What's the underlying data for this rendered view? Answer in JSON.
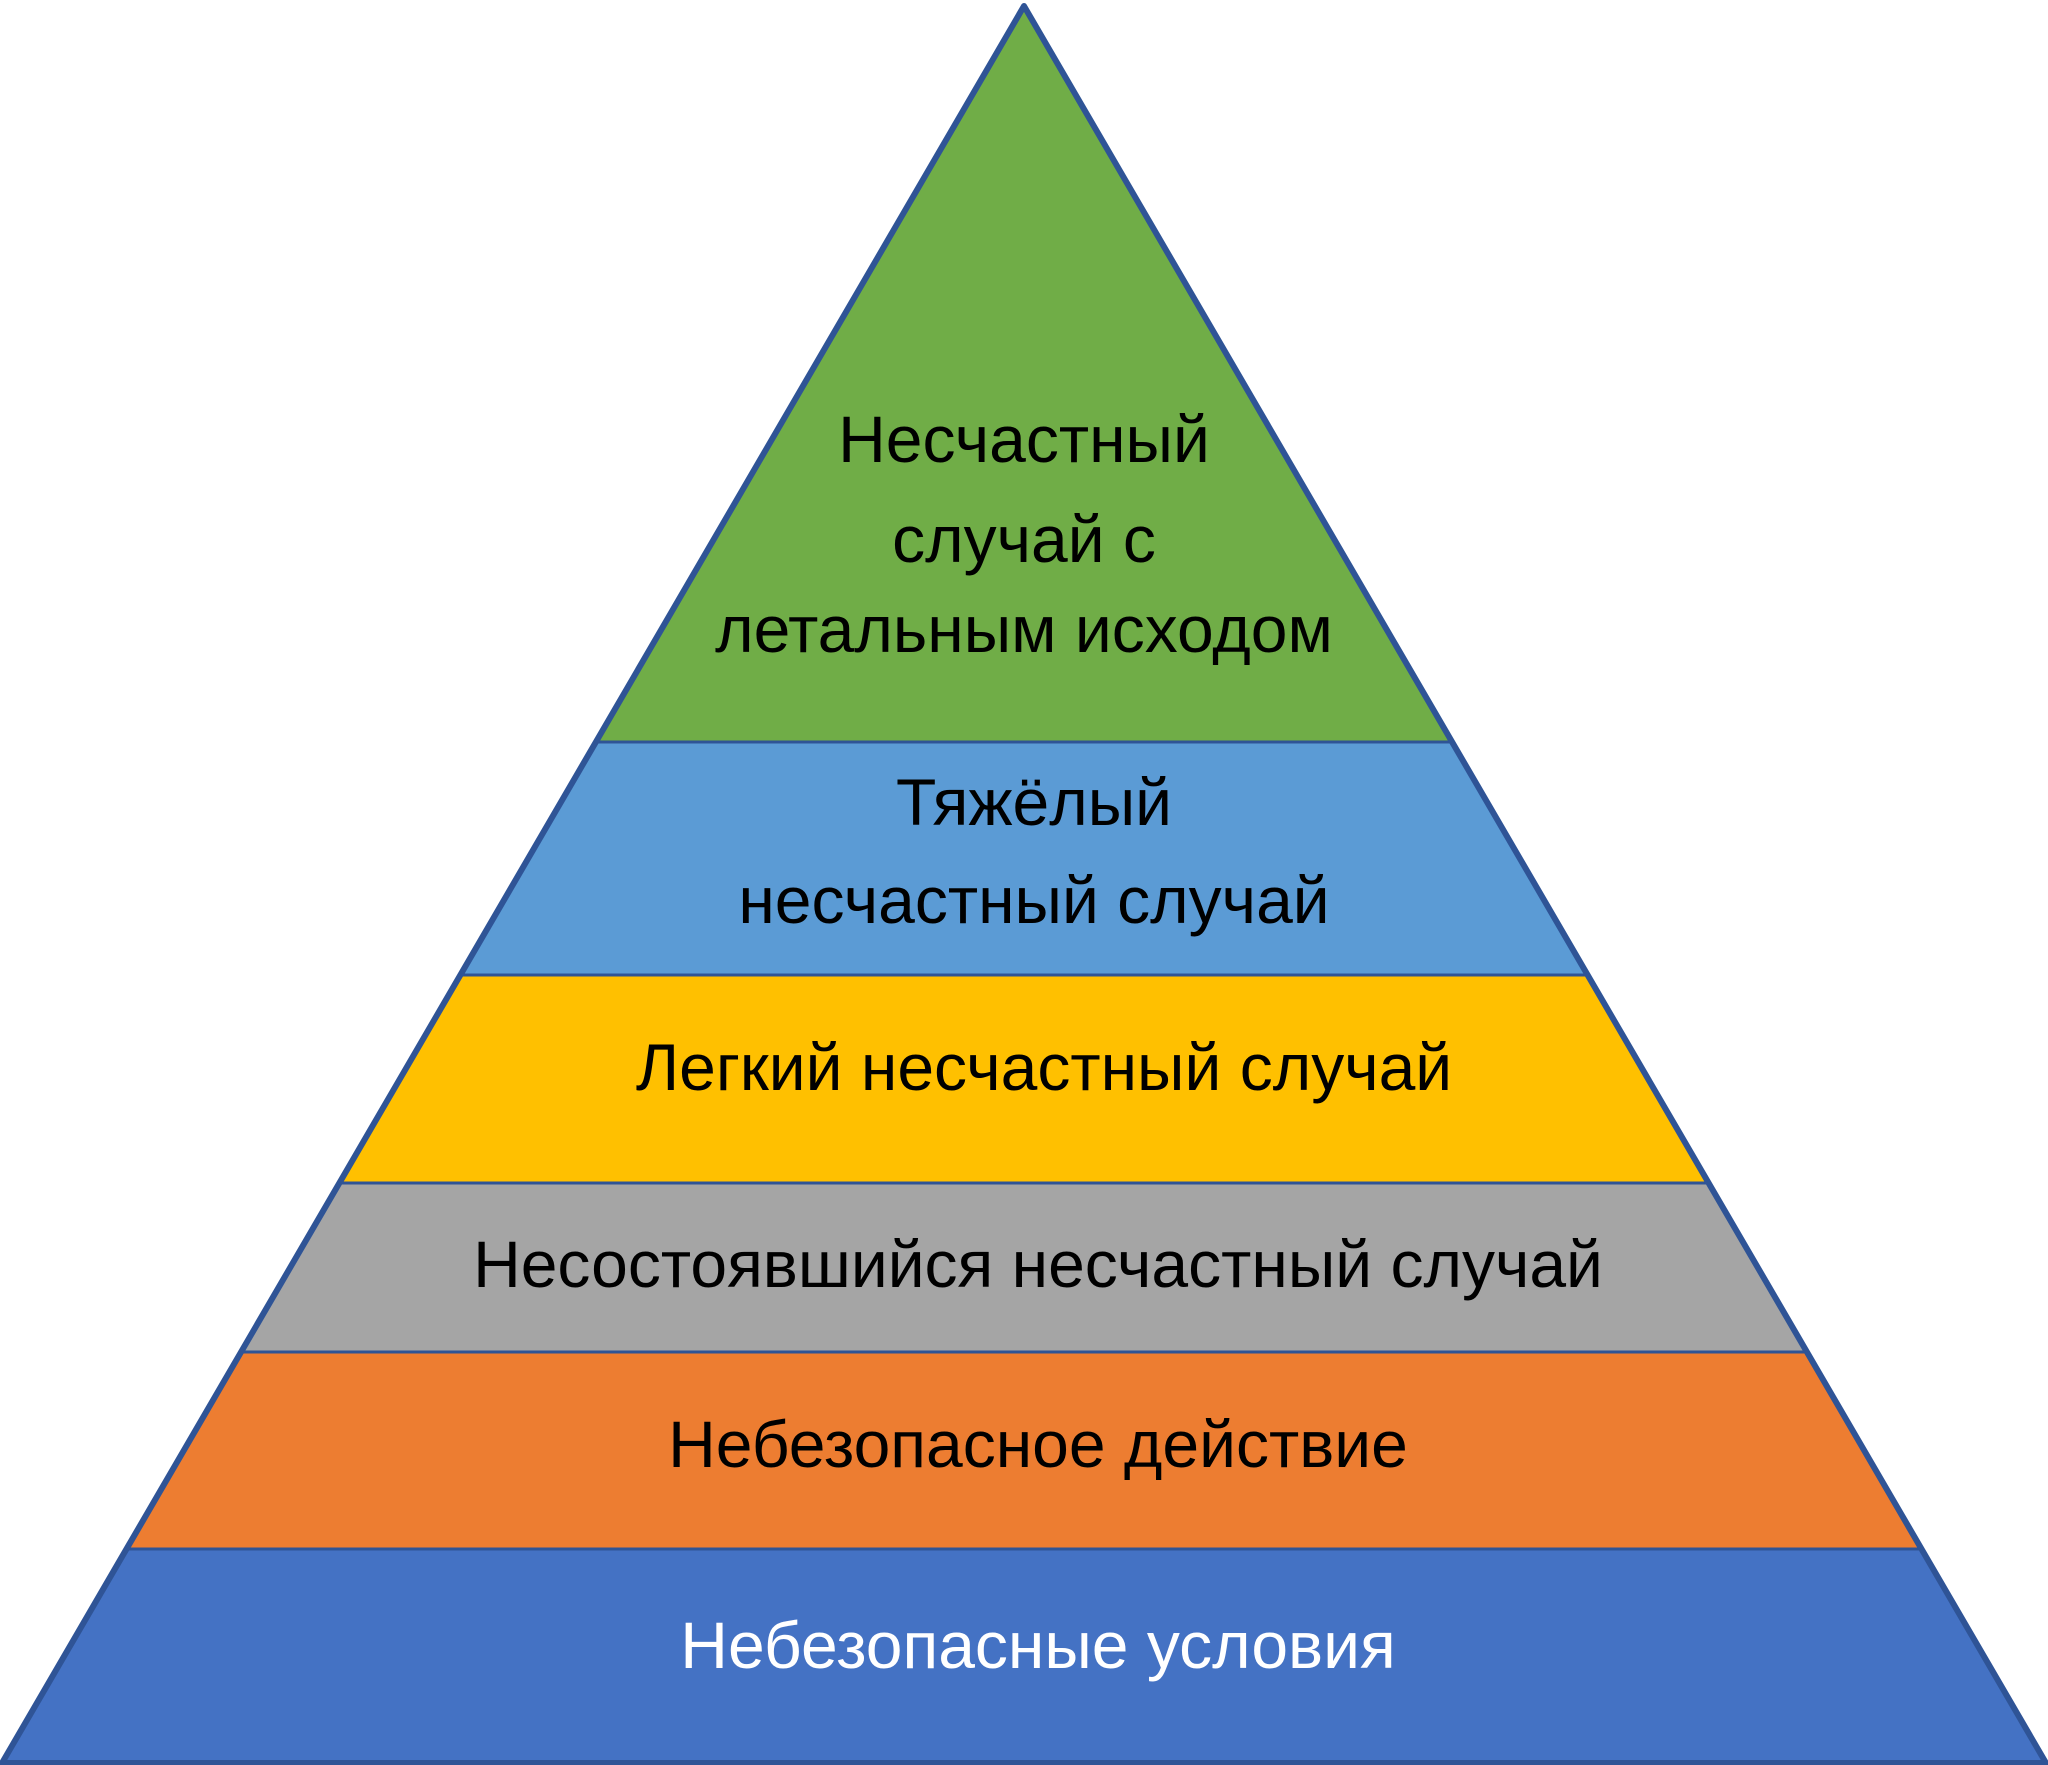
{
  "levels": [
    {
      "lines": [
        "Несчастный",
        "случай с",
        "летальным исходом"
      ],
      "fill": "#70AD47",
      "text_color": "#000000"
    },
    {
      "lines": [
        "Тяжёлый",
        "несчастный случай"
      ],
      "fill": "#5B9BD5",
      "text_color": "#000000"
    },
    {
      "lines": [
        "Легкий несчастный случай"
      ],
      "fill": "#FFC000",
      "text_color": "#000000"
    },
    {
      "lines": [
        "Несостоявшийся несчастный случай"
      ],
      "fill": "#A5A5A5",
      "text_color": "#000000"
    },
    {
      "lines": [
        "Небезопасное действие"
      ],
      "fill": "#ED7D31",
      "text_color": "#000000"
    },
    {
      "lines": [
        "Небезопасные условия"
      ],
      "fill": "#4472C4",
      "text_color": "#FFFFFF"
    }
  ],
  "outline_color": "#2F5496"
}
